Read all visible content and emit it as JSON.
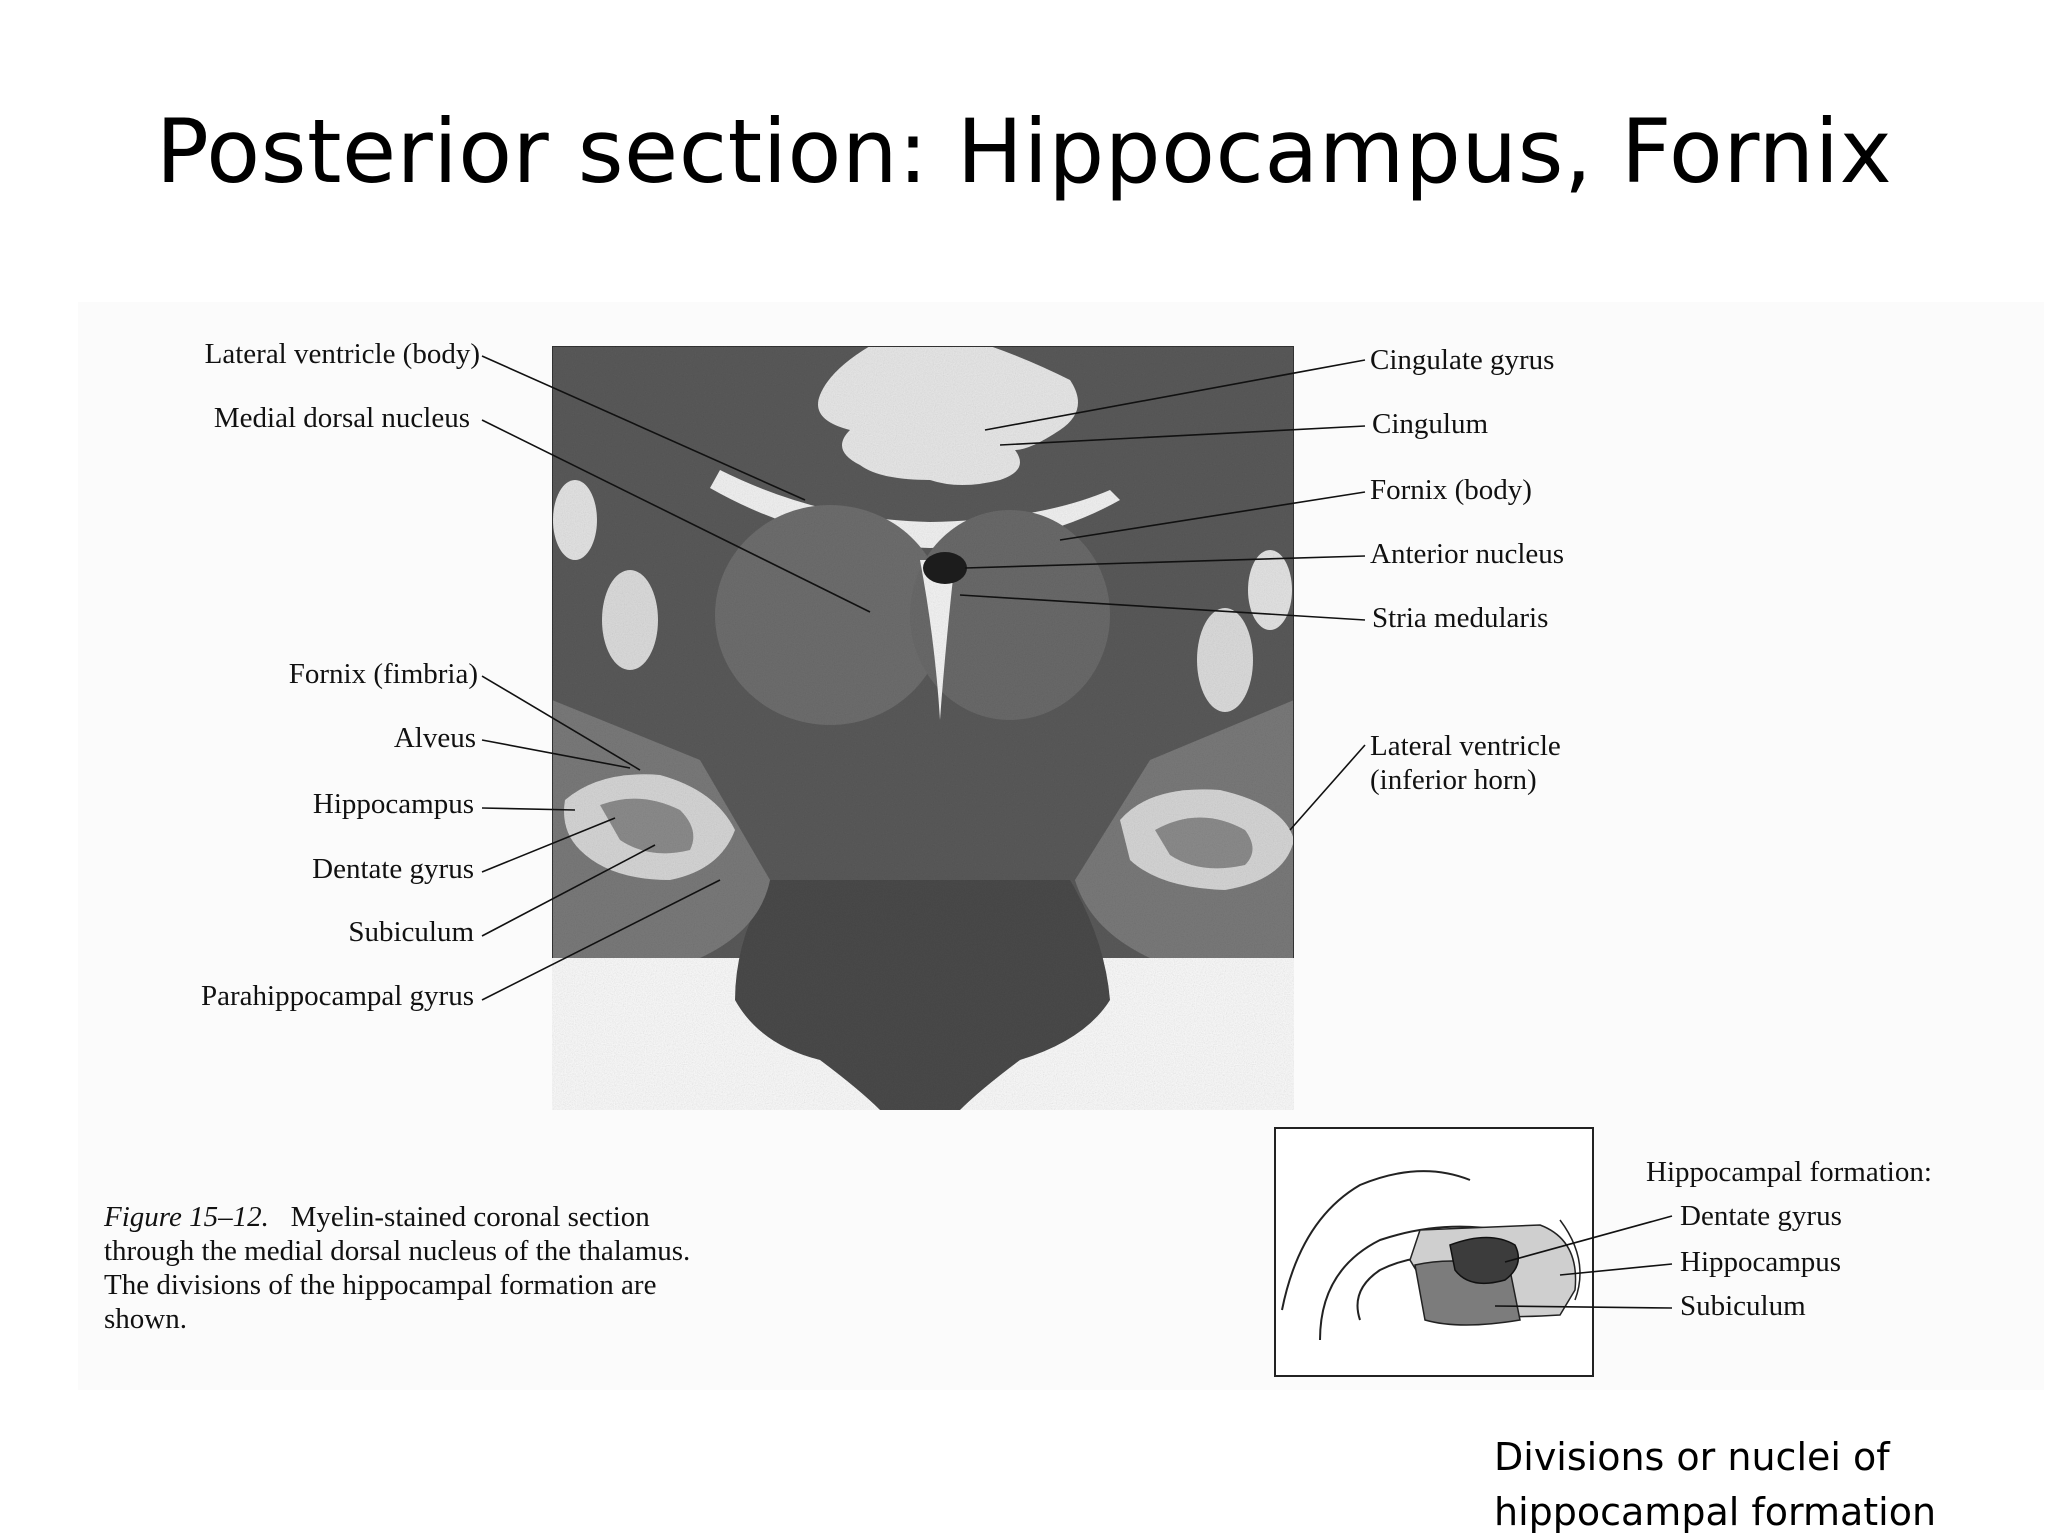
{
  "title": "Posterior section: Hippocampus, Fornix",
  "left_labels": [
    "Lateral ventricle (body)",
    "Medial dorsal nucleus",
    "Fornix (fimbria)",
    "Alveus",
    "Hippocampus",
    "Dentate gyrus",
    "Subiculum",
    "Parahippocampal gyrus"
  ],
  "right_labels": [
    "Cingulate gyrus",
    "Cingulum",
    "Fornix (body)",
    "Anterior nucleus",
    "Stria medularis"
  ],
  "inferior_horn_label": {
    "line1": "Lateral ventricle",
    "line2": "(inferior horn)"
  },
  "caption": {
    "figure_ref": "Figure 15–12.",
    "text": "Myelin-stained coronal section through the medial dorsal nucleus of the thalamus. The divisions of the hippocampal formation are shown."
  },
  "inset": {
    "heading": "Hippocampal formation:",
    "labels": [
      "Dentate gyrus",
      "Hippocampus",
      "Subiculum"
    ]
  },
  "note": "Divisions or nuclei of hippocampal formation"
}
